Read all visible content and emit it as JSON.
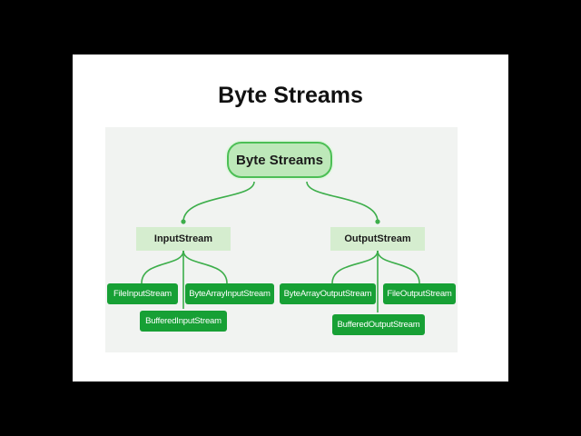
{
  "slide": {
    "title": "Byte Streams"
  },
  "diagram": {
    "root": "Byte Streams",
    "branches": [
      {
        "label": "InputStream",
        "children": [
          "FileInputStream",
          "BufferedInputStream",
          "ByteArrayInputStream"
        ]
      },
      {
        "label": "OutputStream",
        "children": [
          "ByteArrayOutputStream",
          "BufferedOutputStream",
          "FileOutputStream"
        ]
      }
    ]
  },
  "colors": {
    "frame_background": "#000000",
    "slide_background": "#ffffff",
    "diagram_background": "#f1f3f1",
    "root_fill": "#bde8b9",
    "root_border": "#4cbf55",
    "branch_fill": "#d5edcf",
    "leaf_fill": "#17a035",
    "connector": "#3dae4b"
  }
}
